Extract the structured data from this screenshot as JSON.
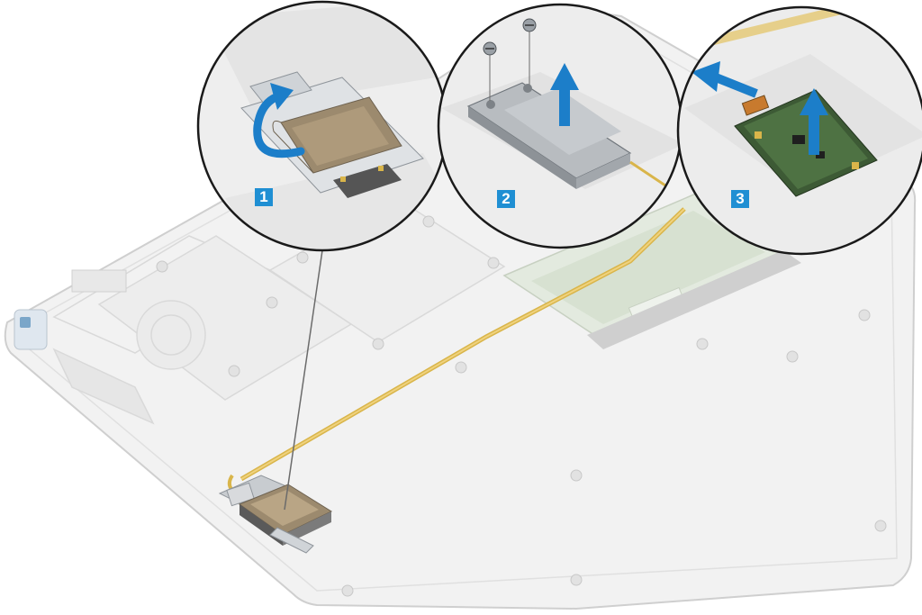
{
  "steps": [
    {
      "label": "1",
      "action": "peel-tape"
    },
    {
      "label": "2",
      "action": "remove-screws-lift-bracket"
    },
    {
      "label": "3",
      "action": "disconnect-cable-lift-board"
    }
  ],
  "colors": {
    "step_badge": "#1f8fd3",
    "arrow": "#1c7ec9",
    "chassis": "#f2f2f2",
    "chassis_edge": "#cfcfcf",
    "flex_cable": "#d9b54a",
    "metal": "#b8bcc0",
    "pcb": "#3d5a35",
    "tape": "#9c8a6e"
  },
  "icons": [
    "curved-arrow-icon",
    "lift-arrow-icon",
    "pull-arrow-icon",
    "screw-icon"
  ]
}
